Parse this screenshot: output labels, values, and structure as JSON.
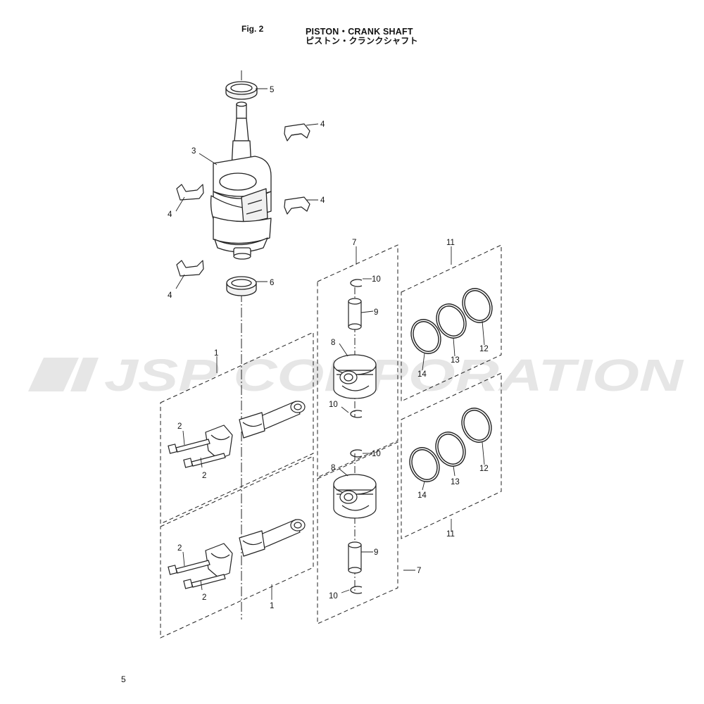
{
  "header": {
    "fig_label": "Fig. 2",
    "title_en": "PISTON・CRANK SHAFT",
    "title_ja": "ピストン・クランクシャフト"
  },
  "footer": {
    "page_number": "5"
  },
  "watermark": {
    "text": "JSP CORPORATION",
    "color": "#e6e6e6"
  },
  "callouts": {
    "c1a": "1",
    "c1b": "1",
    "c2a": "2",
    "c2b": "2",
    "c2c": "2",
    "c2d": "2",
    "c3": "3",
    "c4a": "4",
    "c4b": "4",
    "c4c": "4",
    "c4d": "4",
    "c5": "5",
    "c6": "6",
    "c7a": "7",
    "c7b": "7",
    "c8a": "8",
    "c8b": "8",
    "c9a": "9",
    "c9b": "9",
    "c10a": "10",
    "c10b": "10",
    "c10c": "10",
    "c10d": "10",
    "c11a": "11",
    "c11b": "11",
    "c12a": "12",
    "c12b": "12",
    "c13a": "13",
    "c13b": "13",
    "c14a": "14",
    "c14b": "14"
  }
}
